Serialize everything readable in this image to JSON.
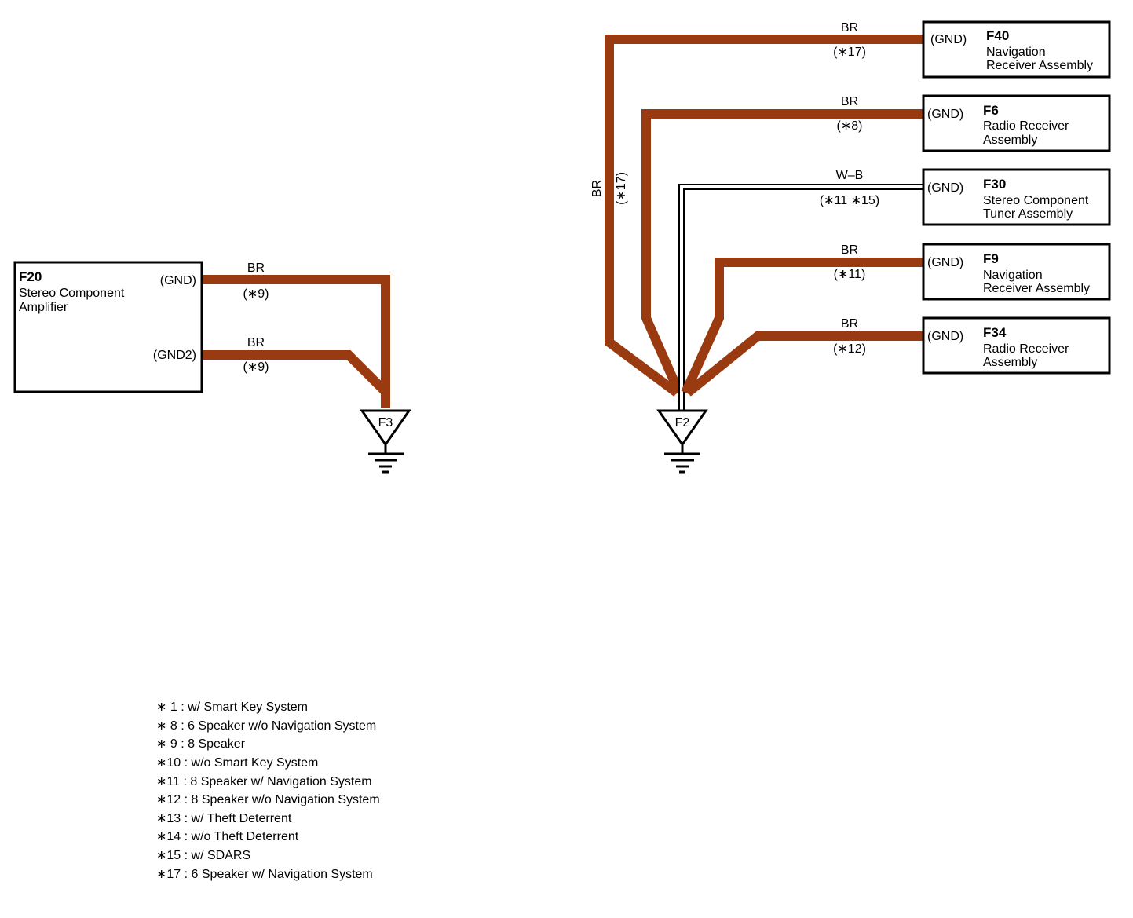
{
  "components": {
    "f20": {
      "code": "F20",
      "name_line1": "Stereo Component",
      "name_line2": "Amplifier",
      "pin1": "(GND)",
      "pin2": "(GND2)"
    },
    "f40": {
      "code": "F40",
      "name_line1": "Navigation",
      "name_line2": "Receiver Assembly",
      "pin": "(GND)"
    },
    "f6": {
      "code": "F6",
      "name_line1": "Radio Receiver",
      "name_line2": "Assembly",
      "pin": "(GND)"
    },
    "f30": {
      "code": "F30",
      "name_line1": "Stereo Component",
      "name_line2": "Tuner Assembly",
      "pin": "(GND)"
    },
    "f9": {
      "code": "F9",
      "name_line1": "Navigation",
      "name_line2": "Receiver Assembly",
      "pin": "(GND)"
    },
    "f34": {
      "code": "F34",
      "name_line1": "Radio Receiver",
      "name_line2": "Assembly",
      "pin": "(GND)"
    }
  },
  "grounds": {
    "f3": "F3",
    "f2": "F2"
  },
  "wires": {
    "f20_gnd": {
      "color": "BR",
      "note": "(∗9)"
    },
    "f20_gnd2": {
      "color": "BR",
      "note": "(∗9)"
    },
    "f40": {
      "color": "BR",
      "note": "(∗17)"
    },
    "f40_vertical": {
      "color": "BR",
      "note": "(∗17)"
    },
    "f6": {
      "color": "BR",
      "note": "(∗8)"
    },
    "f30": {
      "color": "W–B",
      "note": "(∗11 ∗15)"
    },
    "f9": {
      "color": "BR",
      "note": "(∗11)"
    },
    "f34": {
      "color": "BR",
      "note": "(∗12)"
    }
  },
  "colors": {
    "br_wire": "#9a3a10",
    "wb_wire": "#000000"
  },
  "footnotes": [
    "∗ 1 : w/ Smart Key System",
    "∗ 8 : 6 Speaker w/o Navigation System",
    "∗ 9 : 8 Speaker",
    "∗10 : w/o Smart Key System",
    "∗11 : 8 Speaker w/ Navigation System",
    "∗12 : 8 Speaker w/o Navigation System",
    "∗13 : w/ Theft Deterrent",
    "∗14 : w/o Theft Deterrent",
    "∗15 : w/ SDARS",
    "∗17 : 6 Speaker w/ Navigation System"
  ]
}
